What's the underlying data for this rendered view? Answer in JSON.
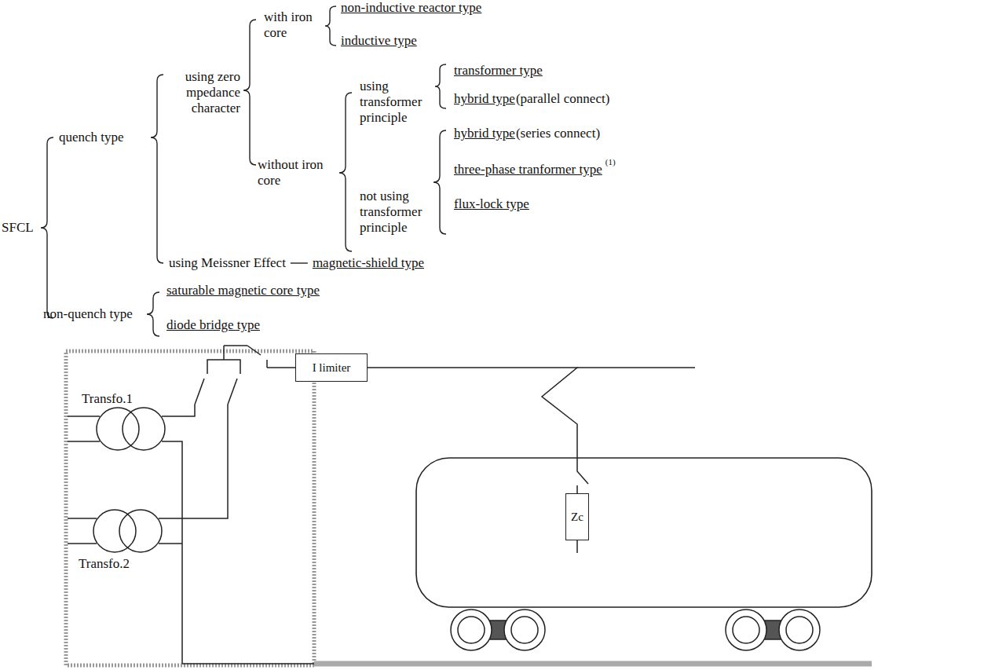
{
  "diagram": {
    "nodes": [
      {
        "text": [
          "I limiter"
        ]
      },
      {
        "text": [
          "Zc"
        ]
      }
    ],
    "edges": [
      {
        "from": 0,
        "to": 1,
        "arrow": "none"
      }
    ],
    "labels": [
      "SFCL",
      "quench type",
      "non-quench type",
      "using zero mpedance character",
      "using Meissner Effect",
      "magnetic-shield type",
      "with iron core",
      "without iron core",
      "non-inductive reactor type",
      "inductive type",
      "using transformer principle",
      "not using transformer principle",
      "transformer type",
      "hybrid type",
      "(parallel connect)",
      "hybrid type",
      "(series connect)",
      "three-phase tranformer type",
      "(1)",
      "flux-lock type",
      "saturable magnetic core type",
      "diode bridge type",
      "Transfo.1",
      "Transfo.2"
    ]
  }
}
